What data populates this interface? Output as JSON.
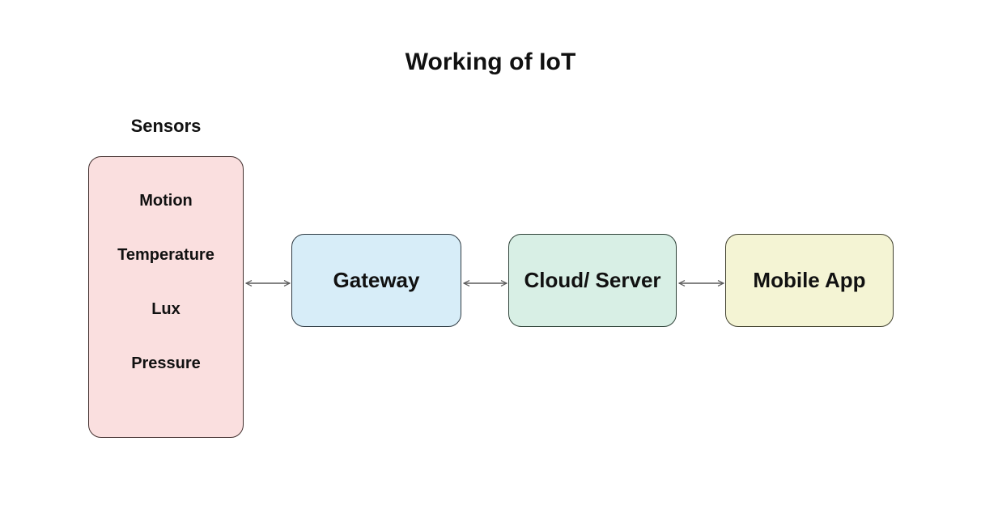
{
  "page": {
    "title": "Working of IoT",
    "background": "#ffffff"
  },
  "diagram": {
    "type": "flow",
    "orientation": "horizontal",
    "sensors_group": {
      "label": "Sensors",
      "fill": "#fadfdf",
      "items": [
        {
          "label": "Motion"
        },
        {
          "label": "Temperature"
        },
        {
          "label": "Lux"
        },
        {
          "label": "Pressure"
        }
      ]
    },
    "nodes": [
      {
        "label": "Gateway",
        "fill": "#d7edf8"
      },
      {
        "label": "Cloud/ Server",
        "fill": "#d8efe5"
      },
      {
        "label": "Mobile App",
        "fill": "#f4f4d4"
      }
    ],
    "connectors": [
      {
        "from": "Sensors",
        "to": "Gateway",
        "direction": "bidirectional",
        "color": "#5a5a5a"
      },
      {
        "from": "Gateway",
        "to": "Cloud/ Server",
        "direction": "bidirectional",
        "color": "#5a5a5a"
      },
      {
        "from": "Cloud/ Server",
        "to": "Mobile App",
        "direction": "bidirectional",
        "color": "#5a5a5a"
      }
    ]
  }
}
